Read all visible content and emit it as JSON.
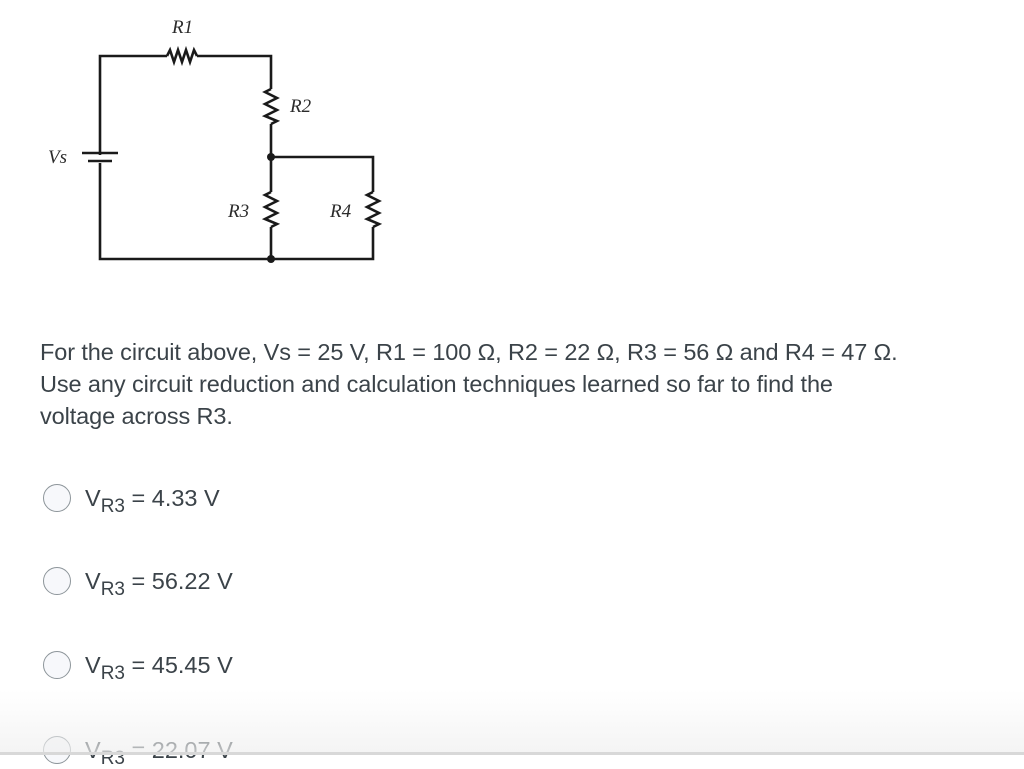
{
  "circuit": {
    "labels": {
      "vs": "Vs",
      "r1": "R1",
      "r2": "R2",
      "r3": "R3",
      "r4": "R4"
    },
    "wire_color": "#1a1a1a"
  },
  "question": {
    "line1": "For the circuit above, Vs = 25 V, R1 = 100 Ω, R2 = 22 Ω, R3 = 56 Ω and R4 = 47 Ω.",
    "line2": "Use any circuit reduction and calculation techniques learned so far to find the",
    "line3": "voltage across R3."
  },
  "answers": [
    {
      "prefix": "V",
      "subscript": "R3",
      "value": " = 4.33 V",
      "selected": false
    },
    {
      "prefix": "V",
      "subscript": "R3",
      "value": " = 56.22 V",
      "selected": false
    },
    {
      "prefix": "V",
      "subscript": "R3",
      "value": " = 45.45 V",
      "selected": false
    },
    {
      "prefix": "V",
      "subscript": "R3",
      "value": " = 22.07  V",
      "selected": false
    }
  ],
  "colors": {
    "text": "#3b4349",
    "radio_border": "#8d959a",
    "radio_fill": "#f7f8fb"
  }
}
